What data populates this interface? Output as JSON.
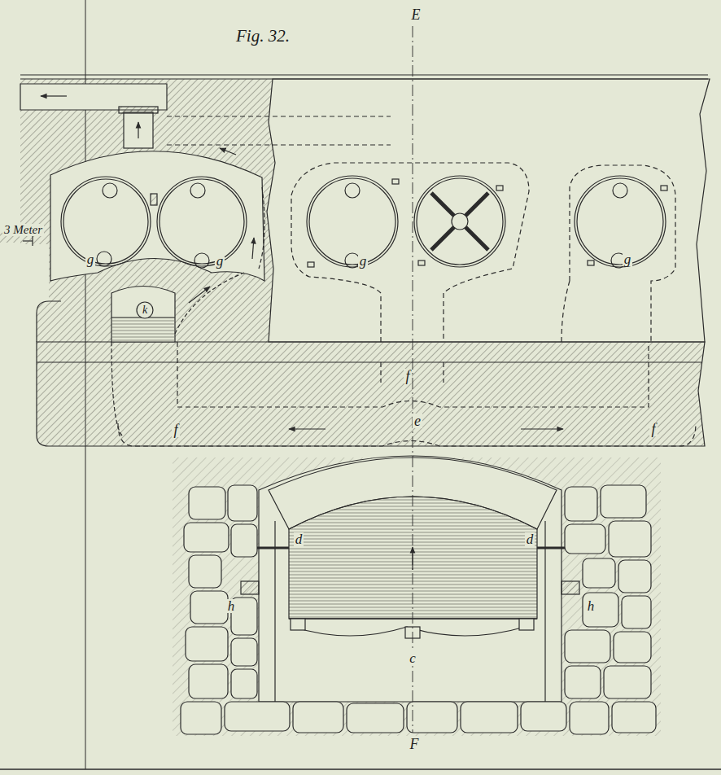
{
  "diagram": {
    "title": "Fig. 32.",
    "labels": [
      "E",
      "3 Meter",
      "g",
      "g",
      "g",
      "g",
      "k",
      "f",
      "e",
      "f",
      "f",
      "d",
      "d",
      "h",
      "h",
      "c",
      "F"
    ]
  }
}
